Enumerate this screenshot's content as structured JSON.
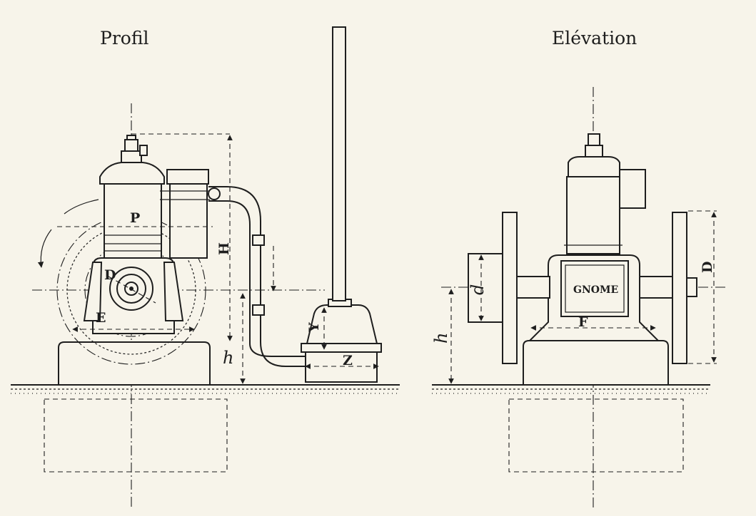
{
  "titles": {
    "left": "Profil",
    "right": "Elévation"
  },
  "badge": "GNOME",
  "labels": {
    "P": "P",
    "D_left": "D",
    "E": "E",
    "H": "H",
    "h_left": "h",
    "Y": "Y",
    "Z": "Z",
    "d": "d",
    "F": "F",
    "D_right": "D",
    "h_right": "h"
  },
  "colors": {
    "paper": "#f7f4ea",
    "ink": "#1e1e1e"
  }
}
